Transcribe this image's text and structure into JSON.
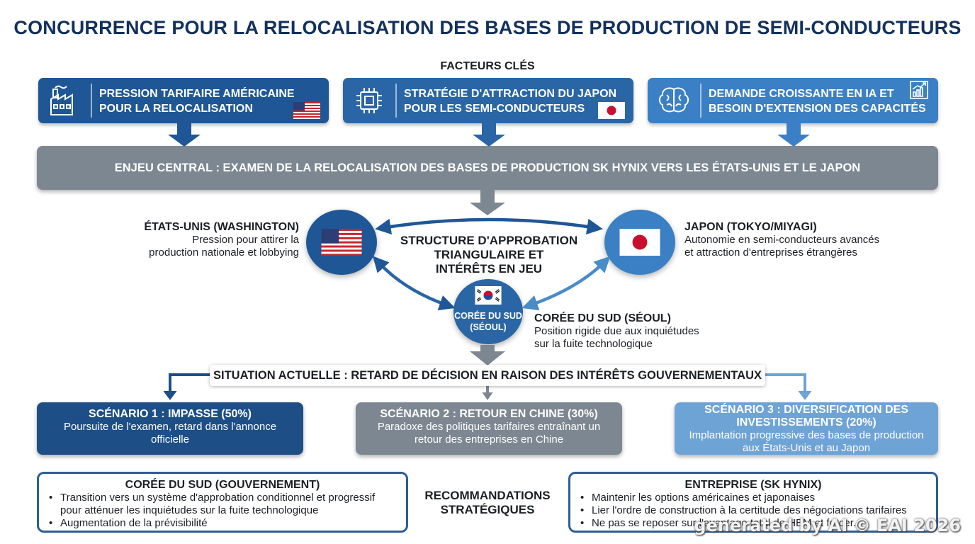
{
  "title": "CONCURRENCE POUR LA RELOCALISATION DES BASES DE PRODUCTION DE SEMI-CONDUCTEURS",
  "key_factors": {
    "label": "FACTEURS CLÉS",
    "items": [
      {
        "line1": "PRESSION TARIFAIRE AMÉRICAINE",
        "line2": "POUR LA RELOCALISATION",
        "icon": "factory-icon",
        "badge": "us-flag-icon",
        "color": "#1f5796"
      },
      {
        "line1": "STRATÉGIE D'ATTRACTION DU JAPON",
        "line2": "POUR LES SEMI-CONDUCTEURS",
        "icon": "chip-icon",
        "badge": "japan-flag-icon",
        "color": "#2a66a6"
      },
      {
        "line1": "DEMANDE CROISSANTE EN IA ET",
        "line2": "BESOIN D'EXTENSION DES CAPACITÉS",
        "icon": "brain-icon",
        "badge": "growth-chart-icon",
        "color": "#3b80c4"
      }
    ]
  },
  "central_issue": "ENJEU CENTRAL : EXAMEN DE LA RELOCALISATION DES BASES DE PRODUCTION SK HYNIX VERS LES ÉTATS-UNIS ET LE JAPON",
  "triangle": {
    "label_line1": "STRUCTURE D'APPROBATION",
    "label_line2": "TRIANGULAIRE ET",
    "label_line3": "INTÉRÊTS EN JEU",
    "usa": {
      "name": "ÉTATS-UNIS (WASHINGTON)",
      "line1": "Pression pour attirer la",
      "line2": "production nationale et lobbying"
    },
    "japan": {
      "name": "JAPON (TOKYO/MIYAGI)",
      "line1": "Autonomie en semi-conducteurs avancés",
      "line2": "et attraction d'entreprises étrangères"
    },
    "korea": {
      "circle_line1": "CORÉE DU SUD",
      "circle_line2": "(SÉOUL)",
      "name": "CORÉE DU SUD (SÉOUL)",
      "line1": "Position rigide due aux inquiétudes",
      "line2": "sur la fuite technologique"
    }
  },
  "situation": "SITUATION ACTUELLE : RETARD DE DÉCISION EN RAISON DES INTÉRÊTS GOUVERNEMENTAUX",
  "scenarios": [
    {
      "title": "SCÉNARIO 1 : IMPASSE (50%)",
      "line1": "Poursuite de l'examen, retard dans l'annonce",
      "line2": "officielle",
      "probability": 50,
      "color": "#1d4f86"
    },
    {
      "title": "SCÉNARIO 2 : RETOUR EN CHINE (30%)",
      "line1": "Paradoxe des politiques tarifaires entraînant un",
      "line2": "retour des entreprises en Chine",
      "probability": 30,
      "color": "#7d8791"
    },
    {
      "title_line1": "SCÉNARIO 3 : DIVERSIFICATION DES",
      "title_line2": "INVESTISSEMENTS (20%)",
      "line1": "Implantation progressive des bases de production",
      "line2": "aux États-Unis et au Japon",
      "probability": 20,
      "color": "#6ea3d6"
    }
  ],
  "recommendations": {
    "label_line1": "RECOMMANDATIONS",
    "label_line2": "STRATÉGIQUES",
    "government": {
      "title": "CORÉE DU SUD (GOUVERNEMENT)",
      "item1_line1": "Transition vers un système d'approbation conditionnel et progressif",
      "item1_line2": "pour atténuer les inquiétudes sur la fuite technologique",
      "item2": "Augmentation de la prévisibilité"
    },
    "company": {
      "title": "ENTREPRISE (SK HYNIX)",
      "items": [
        "Maintenir les options américaines et japonaises",
        "Lier l'ordre de construction à la certitude des négociations tarifaires",
        "Ne pas se reposer sur l'avantage total de HBM et forcer..."
      ]
    }
  },
  "watermark": "generated by AI © EAI 2026"
}
